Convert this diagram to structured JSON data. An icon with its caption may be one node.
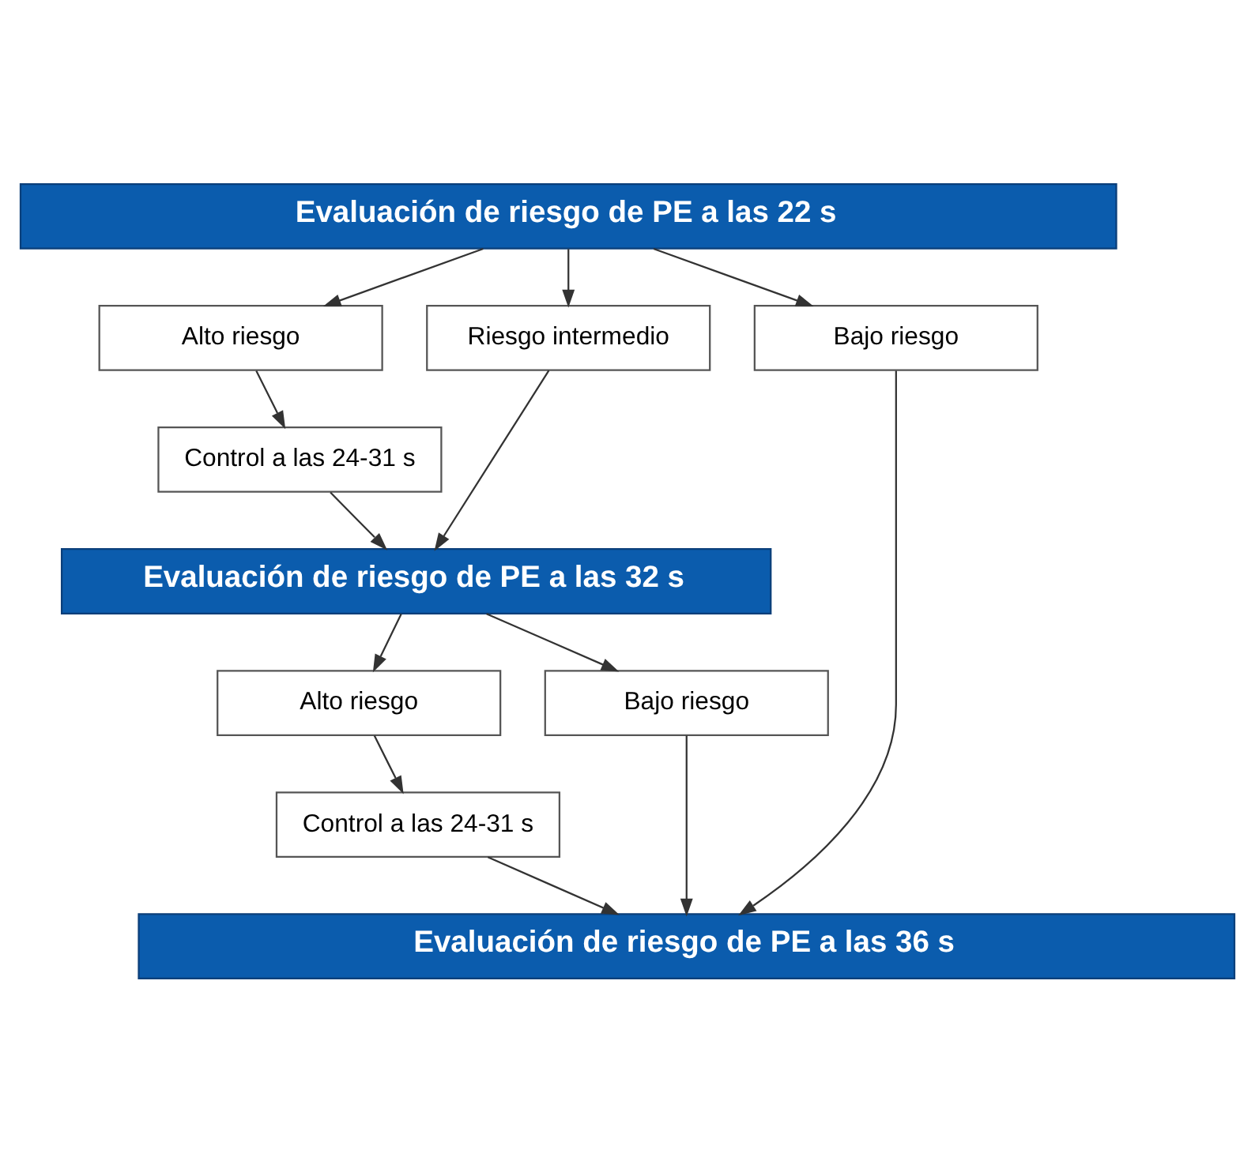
{
  "diagram": {
    "nodes": [
      {
        "text": [
          "Evaluación de riesgo de PE a las 22 s"
        ]
      },
      {
        "text": [
          "Alto riesgo"
        ]
      },
      {
        "text": [
          "Riesgo intermedio"
        ]
      },
      {
        "text": [
          "Bajo riesgo"
        ]
      },
      {
        "text": [
          "Control a las 24-31 s"
        ]
      },
      {
        "text": [
          "Evaluación de riesgo de PE a las 32 s"
        ]
      },
      {
        "text": [
          "Alto riesgo"
        ]
      },
      {
        "text": [
          "Bajo riesgo"
        ]
      },
      {
        "text": [
          "Control a las 24-31 s"
        ]
      },
      {
        "text": [
          "Evaluación de riesgo de PE a las 36 s"
        ]
      }
    ],
    "edges": [
      {
        "from": 0,
        "to": 1,
        "arrow": "to"
      },
      {
        "from": 0,
        "to": 2,
        "arrow": "to"
      },
      {
        "from": 0,
        "to": 3,
        "arrow": "to"
      },
      {
        "from": 1,
        "to": 4,
        "arrow": "to"
      },
      {
        "from": 4,
        "to": 5,
        "arrow": "to"
      },
      {
        "from": 2,
        "to": 5,
        "arrow": "to"
      },
      {
        "from": 5,
        "to": 6,
        "arrow": "to"
      },
      {
        "from": 5,
        "to": 7,
        "arrow": "to"
      },
      {
        "from": 6,
        "to": 8,
        "arrow": "to"
      },
      {
        "from": 8,
        "to": 9,
        "arrow": "to"
      },
      {
        "from": 7,
        "to": 9,
        "arrow": "to"
      },
      {
        "from": 3,
        "to": 9,
        "arrow": "to"
      }
    ]
  }
}
